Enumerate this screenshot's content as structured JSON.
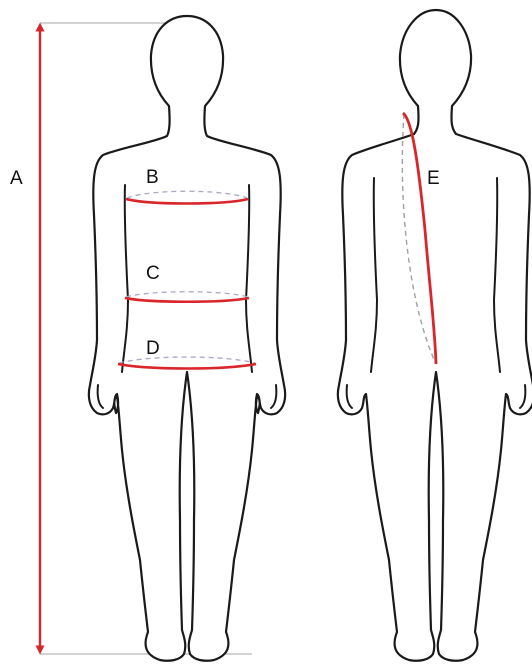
{
  "labels": {
    "a": "A",
    "b": "B",
    "c": "C",
    "d": "D",
    "e": "E"
  },
  "colors": {
    "measure_line": "#d8262b",
    "outline": "#1a1a1a"
  }
}
